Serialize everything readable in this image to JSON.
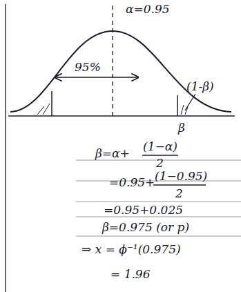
{
  "diagram": {
    "labels": [
      "α=0.95",
      "95%",
      "(1-β)",
      "β",
      "β=α+",
      "(1−α)",
      "2",
      "=0.95+",
      "(1−0.95)",
      "2",
      "=0.95+0.025",
      "β=0.975 (or p)",
      "⇒ x = ϕ⁻¹(0.975)",
      "= 1.96"
    ]
  }
}
